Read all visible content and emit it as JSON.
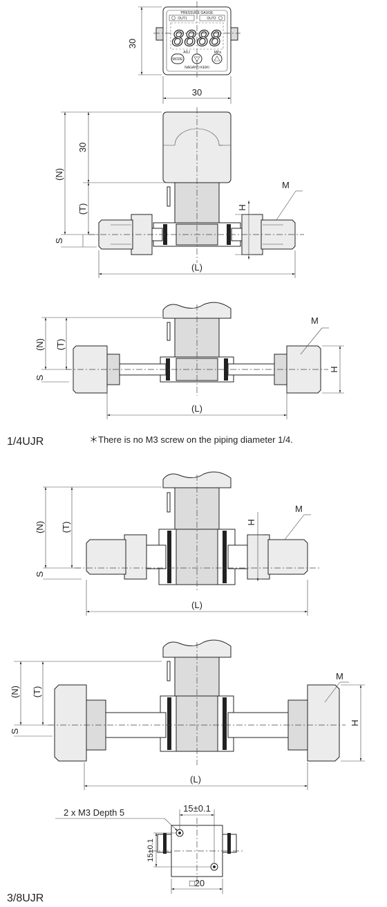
{
  "top_view": {
    "panel_title": "PRESSURE GAUGE",
    "out1": "OUT1",
    "out2": "OUT2",
    "display": "8888",
    "unit": "MPa",
    "adj": "ADJ",
    "mode": "MODE",
    "brand": "NAGANO KEIKI",
    "dim_height": "30",
    "dim_width": "30"
  },
  "view1": {
    "dim_head": "30",
    "N": "(N)",
    "T": "(T)",
    "S": "S",
    "H": "H",
    "M": "M",
    "L": "(L)"
  },
  "view2": {
    "N": "(N)",
    "T": "(T)",
    "S": "S",
    "H": "H",
    "M": "M",
    "L": "(L)"
  },
  "caption1": {
    "model": "1/4UJR",
    "note": "＊There is no M3 screw on the piping diameter 1/4."
  },
  "view3": {
    "N": "(N)",
    "T": "(T)",
    "S": "S",
    "H": "H",
    "M": "M",
    "L": "(L)"
  },
  "view4": {
    "N": "(N)",
    "T": "(T)",
    "S": "S",
    "H": "H",
    "M": "M",
    "L": "(L)"
  },
  "block": {
    "screw": "2 x M3 Depth 5",
    "dim_w": "15±0.1",
    "dim_h": "15±0.1",
    "square": "□20"
  },
  "caption2": {
    "model": "3/8UJR"
  }
}
